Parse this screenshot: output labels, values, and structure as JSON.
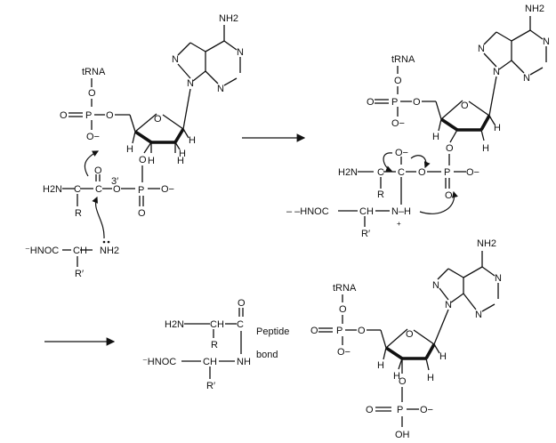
{
  "labels": {
    "trna": "tRNA",
    "nh2": "NH2",
    "h2n": "H2N",
    "o": "O",
    "o_minus": "O−",
    "p": "P",
    "h": "H",
    "n": "N",
    "r": "R",
    "r_prime": "R′",
    "three_prime": "3′",
    "oh": "OH",
    "nh": "NH",
    "hnoc": "⁻HNOC",
    "hnoc_dash": "– –HNOC",
    "nh_h": "N–H",
    "plus": "+",
    "peptide": "Peptide",
    "bond": "bond",
    "c": "C",
    "ch": "CH",
    "minus": "−"
  }
}
